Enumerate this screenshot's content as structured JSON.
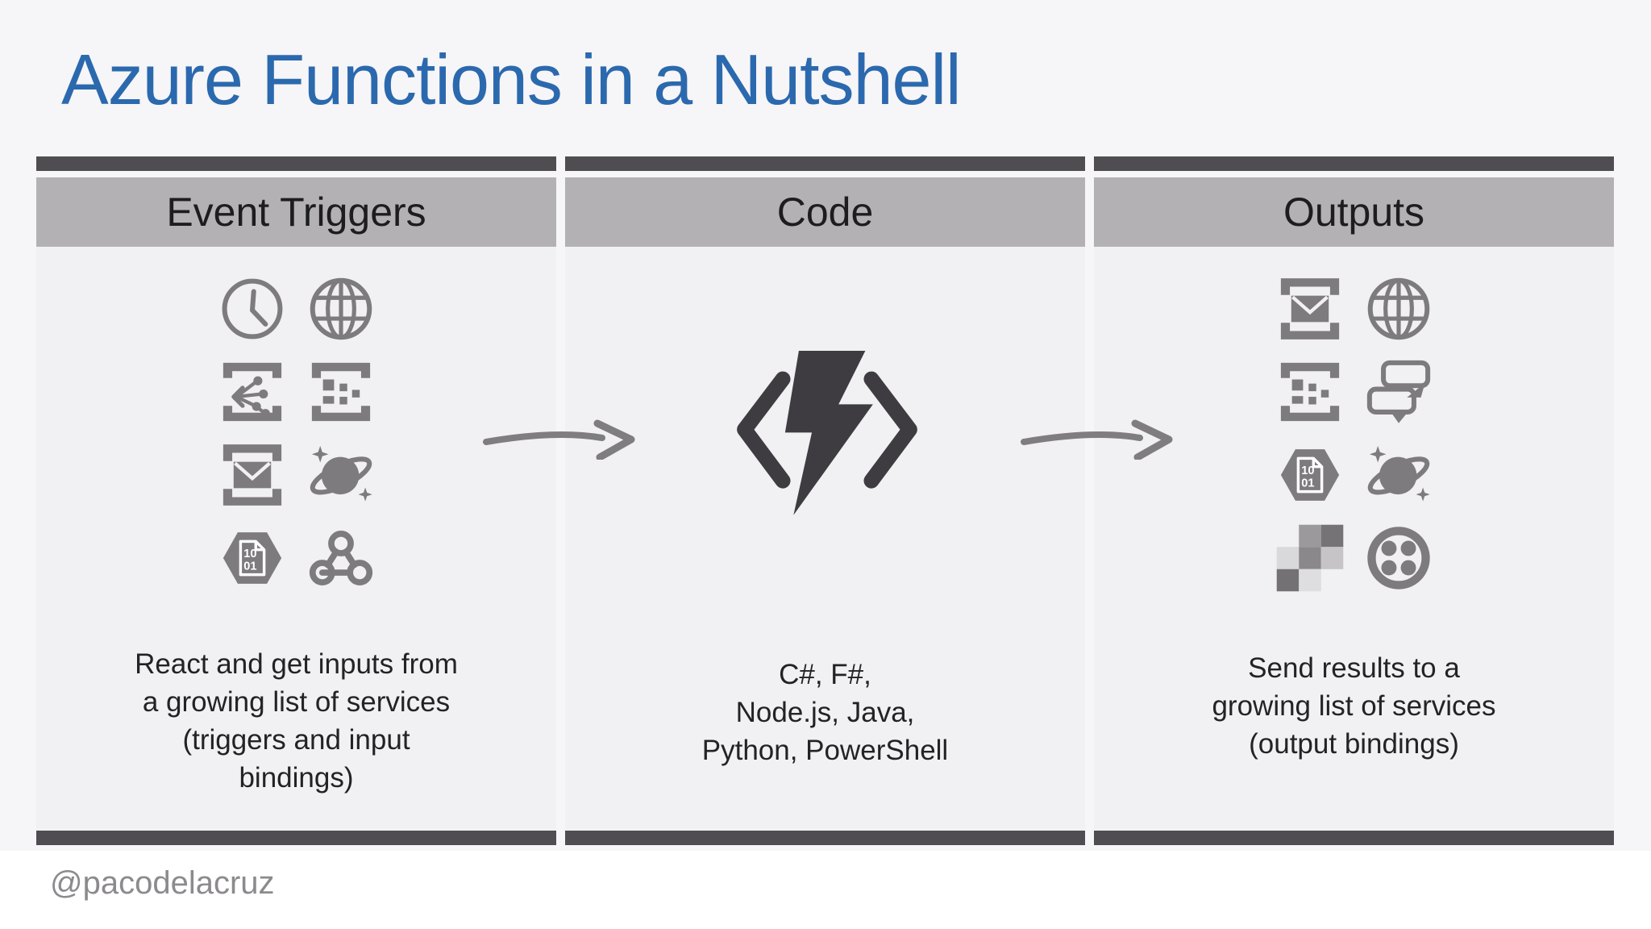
{
  "slide": {
    "title": "Azure Functions in a Nutshell",
    "footer_handle": "@pacodelacruz"
  },
  "colors": {
    "title_blue": "#2b69ae",
    "page_bg": "#f6f5f7",
    "panel_bg": "#f1f0f2",
    "dark_bar": "#4f4d51",
    "header_bar": "#b3b1b4",
    "icon_gray": "#7d7b7e",
    "logo_charcoal": "#3e3c41",
    "body_text": "#232326",
    "footer_text": "#8c8a8d"
  },
  "panels": [
    {
      "id": "event-triggers",
      "header": "Event Triggers",
      "description_lines": [
        "React and get inputs from",
        "a growing list of services",
        "(triggers and input",
        "bindings)"
      ],
      "icons": [
        "timer-clock",
        "http-globe",
        "event-grid",
        "queue-storage",
        "service-bus-envelope",
        "cosmos-db-planet",
        "event-hubs-hexagon",
        "webhook"
      ]
    },
    {
      "id": "code",
      "header": "Code",
      "description_lines": [
        "C#, F#,",
        "Node.js, Java,",
        "Python, PowerShell"
      ],
      "icons": [
        "azure-functions-bolt"
      ]
    },
    {
      "id": "outputs",
      "header": "Outputs",
      "description_lines": [
        "Send results to a",
        "growing list of services",
        "(output bindings)"
      ],
      "icons": [
        "service-bus-envelope",
        "http-globe",
        "queue-storage",
        "bot-chat-bubbles",
        "event-hubs-hexagon",
        "cosmos-db-planet",
        "sendgrid-pixel-grid",
        "twilio-dots"
      ]
    }
  ]
}
